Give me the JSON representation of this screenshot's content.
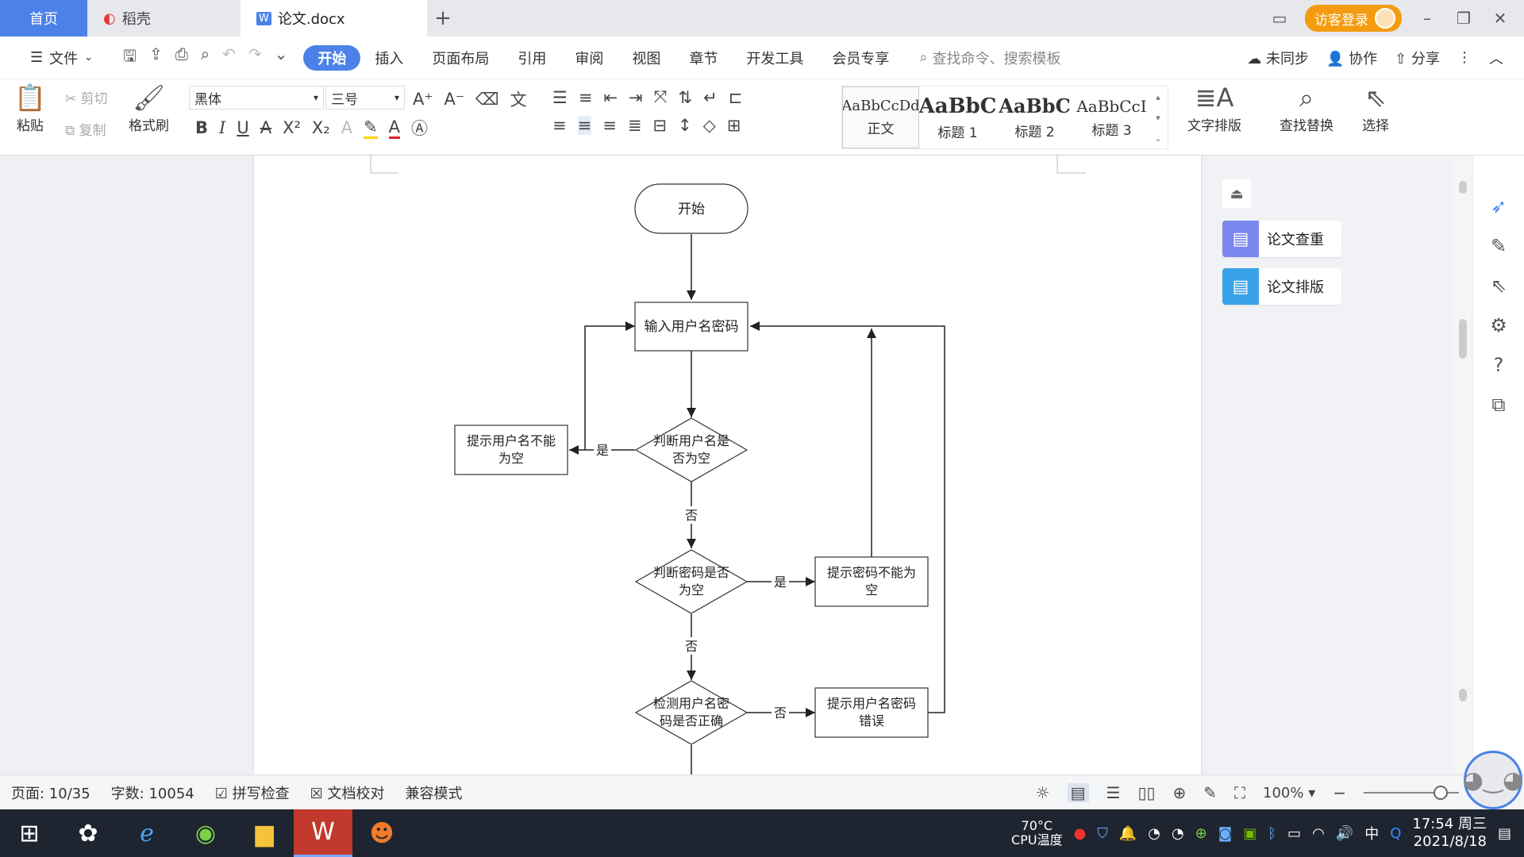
{
  "titlebar": {
    "tabs": [
      {
        "label": "首页"
      },
      {
        "label": "稻壳"
      },
      {
        "label": "论文.docx"
      }
    ],
    "visitor_login": "访客登录"
  },
  "menubar": {
    "file": "文件",
    "items": [
      "开始",
      "插入",
      "页面布局",
      "引用",
      "审阅",
      "视图",
      "章节",
      "开发工具",
      "会员专享"
    ],
    "search_placeholder": "查找命令、搜索模板",
    "not_synced": "未同步",
    "collaborate": "协作",
    "share": "分享"
  },
  "ribbon": {
    "paste": "粘贴",
    "cut": "剪切",
    "copy": "复制",
    "format_painter": "格式刷",
    "font_name": "黑体",
    "font_size": "三号",
    "styles": [
      {
        "preview": "AaBbCcDd",
        "label": "正文"
      },
      {
        "preview": "AaBbC",
        "label": "标题 1"
      },
      {
        "preview": "AaBbC",
        "label": "标题 2"
      },
      {
        "preview": "AaBbCcI",
        "label": "标题 3"
      }
    ],
    "text_layout": "文字排版",
    "find_replace": "查找替换",
    "select": "选择"
  },
  "flowchart": {
    "start": "开始",
    "input": "输入用户名密码",
    "check_user_l1": "判断用户名是",
    "check_user_l2": "否为空",
    "hint_user_l1": "提示用户名不能",
    "hint_user_l2": "为空",
    "check_pwd_l1": "判断密码是否",
    "check_pwd_l2": "为空",
    "hint_pwd_l1": "提示密码不能为",
    "hint_pwd_l2": "空",
    "verify_l1": "检测用户名密",
    "verify_l2": "码是否正确",
    "hint_err_l1": "提示用户名密码",
    "hint_err_l2": "错误",
    "yes": "是",
    "no": "否"
  },
  "side_panel": {
    "paper_check": "论文查重",
    "paper_format": "论文排版"
  },
  "statusbar": {
    "page": "页面: 10/35",
    "words": "字数: 10054",
    "spell_check": "拼写检查",
    "doc_proof": "文档校对",
    "compat_mode": "兼容模式",
    "zoom": "100%"
  },
  "taskbar": {
    "cpu_temp": "70°C",
    "cpu_label": "CPU温度",
    "ime": "中",
    "time": "17:54 周三",
    "date": "2021/8/18"
  },
  "colors": {
    "accent": "#4c82e8",
    "visitor": "#f39c12"
  }
}
